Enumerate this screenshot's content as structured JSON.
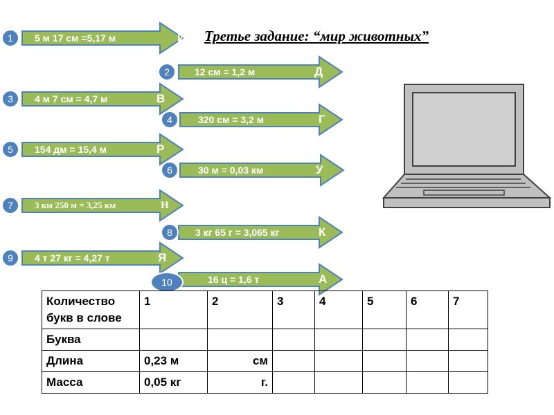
{
  "title": "Третье задание:  “мир  животных”",
  "arrows": [
    {
      "num": "1",
      "text": "5 м 17 см =5,17 м",
      "letter": "И"
    },
    {
      "num": "2",
      "text": "12 см = 1,2 м",
      "letter": "Д"
    },
    {
      "num": "3",
      "text": "4 м 7 см = 4,7 м",
      "letter": "В"
    },
    {
      "num": "4",
      "text": "320 см = 3,2 м",
      "letter": "Г"
    },
    {
      "num": "5",
      "text": "154 дм = 15,4 м",
      "letter": "Р"
    },
    {
      "num": "6",
      "text": "30 м = 0,03 км",
      "letter": "У"
    },
    {
      "num": "7",
      "text": "3 км 250 м = 3,25 км",
      "letter": "Н"
    },
    {
      "num": "8",
      "text": "3 кг 65 г = 3,065 кг",
      "letter": "К"
    },
    {
      "num": "9",
      "text": "4 т 27 кг = 4,27 т",
      "letter": "Я"
    },
    {
      "num": "10",
      "text": "16 ц = 1,6 т",
      "letter": "А"
    }
  ],
  "colors": {
    "arrow_fill": "#9bbb59",
    "arrow_stroke": "#4f81bd",
    "badge": "#4f81bd"
  },
  "table": {
    "header": {
      "label": "Количество букв в слове",
      "cols": [
        "1",
        "2",
        "3",
        "4",
        "5",
        "6",
        "7"
      ]
    },
    "rows": [
      {
        "label": "Буква",
        "c1": "",
        "c2": ""
      },
      {
        "label": "Длина",
        "c1": "0,23 м",
        "c2": "см"
      },
      {
        "label": "Масса",
        "c1": "0,05 кг",
        "c2": "г."
      }
    ]
  },
  "laptop_icon": "laptop-icon"
}
